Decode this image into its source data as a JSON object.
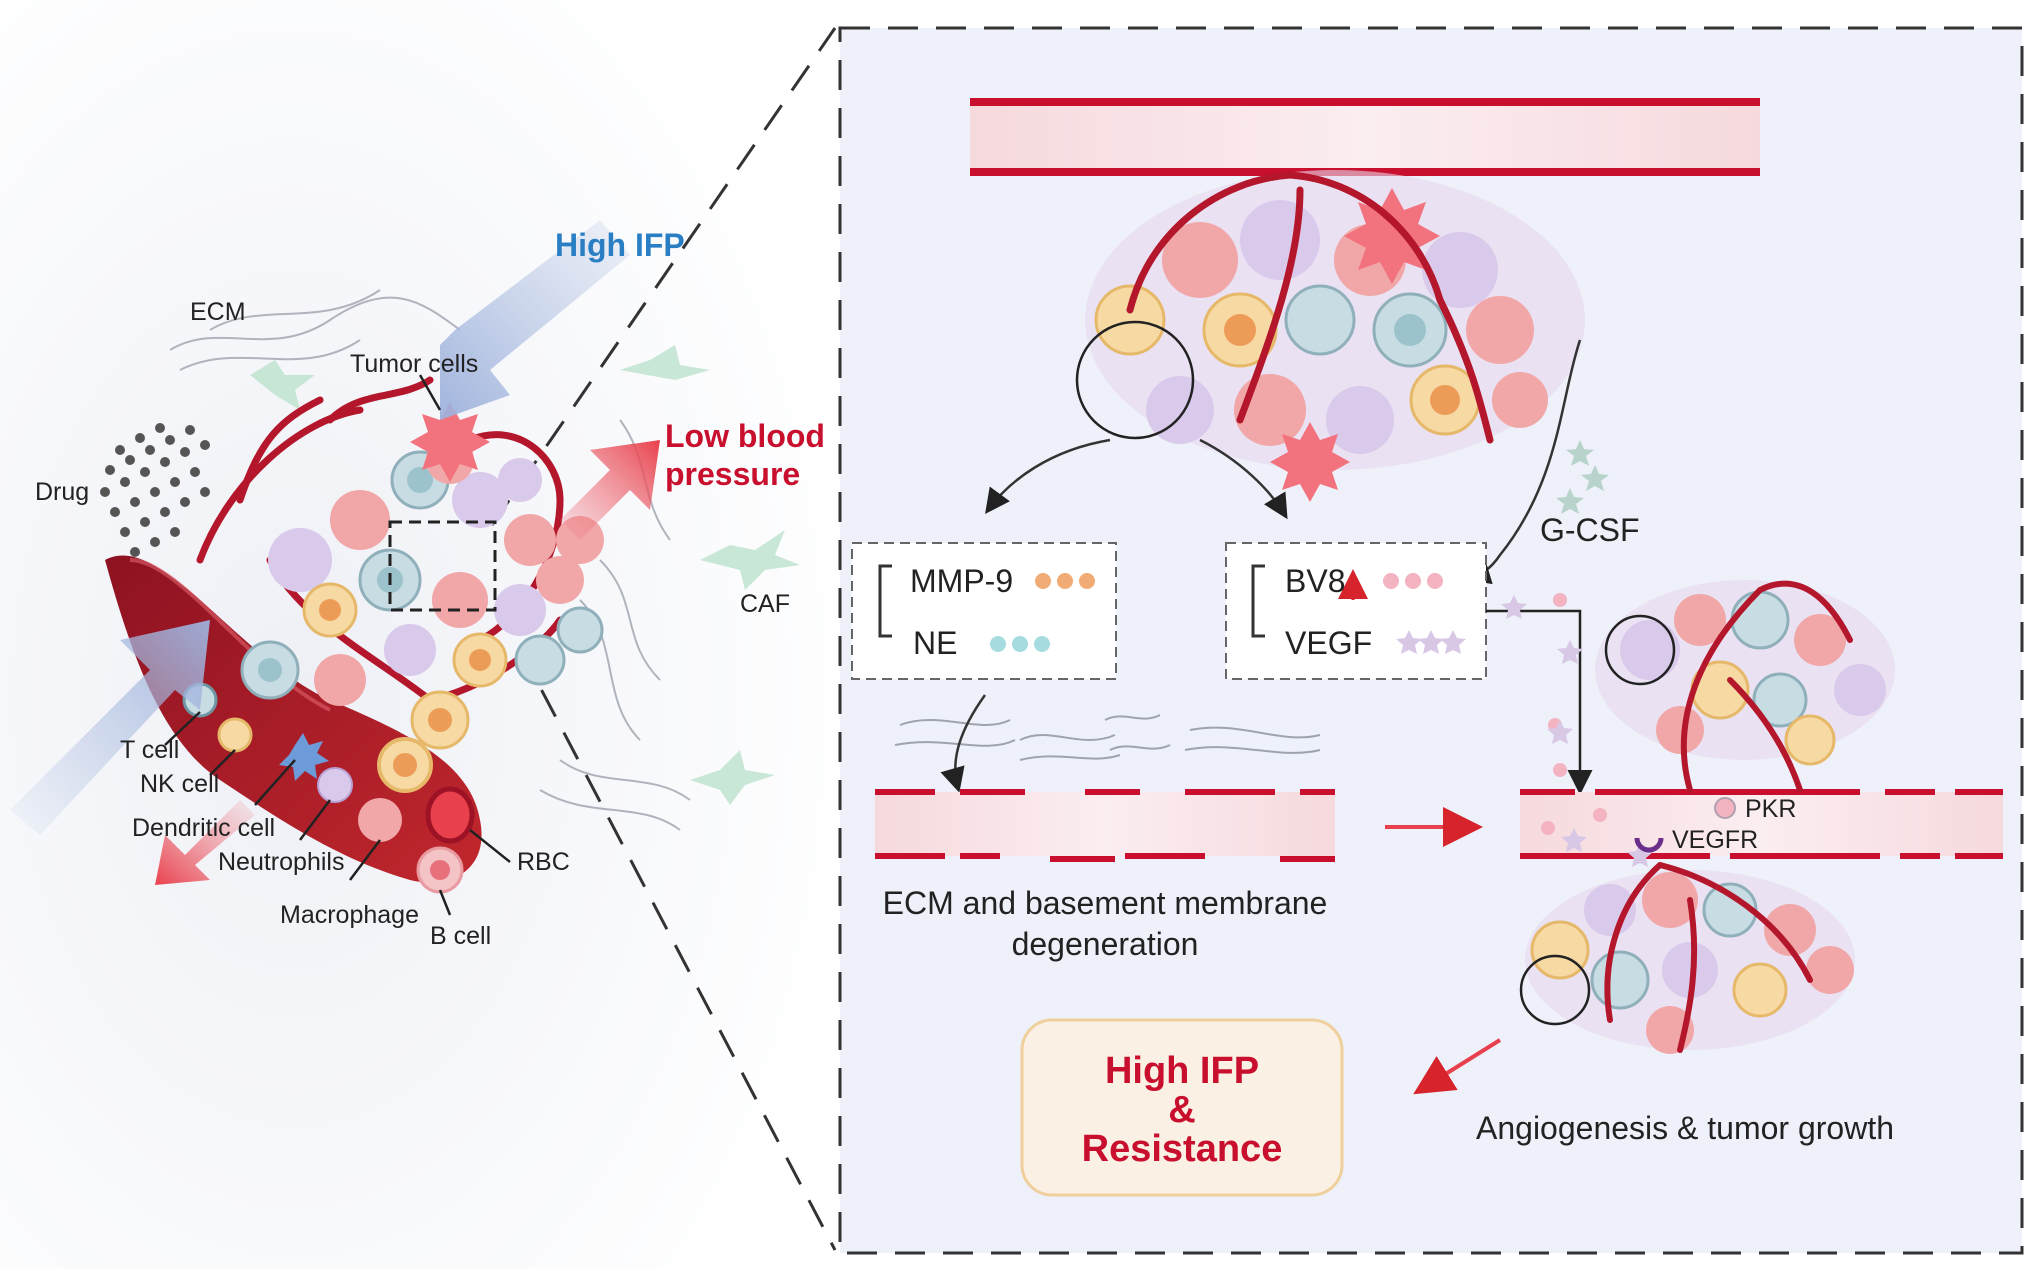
{
  "left_panel": {
    "high_ifp": "High IFP",
    "low_bp_line1": "Low blood",
    "low_bp_line2": "pressure",
    "ecm": "ECM",
    "tumor_cells": "Tumor cells",
    "drug": "Drug",
    "caf": "CAF",
    "t_cell": "T cell",
    "nk_cell": "NK cell",
    "dendritic_cell": "Dendritic cell",
    "neutrophils": "Neutrophils",
    "macrophage": "Macrophage",
    "b_cell": "B cell",
    "rbc": "RBC"
  },
  "right_panel": {
    "box1": {
      "item1": "MMP-9",
      "item2": "NE"
    },
    "box2": {
      "item1": "BV8",
      "item2": "VEGF"
    },
    "gcsf": "G-CSF",
    "ecm_line1": "ECM and basement membrane",
    "ecm_line2": "degeneration",
    "pkr": "PKR",
    "vegfr": "VEGFR",
    "angio": "Angiogenesis & tumor growth",
    "result": {
      "line1": "High IFP",
      "line2": "&",
      "line3": "Resistance"
    }
  },
  "colors": {
    "red": "#c8102e",
    "blue_label": "#2a7fc4",
    "panel_bg": "#eef1f9",
    "vessel_red": "#a8162a",
    "result_bg": "#fbf0e4",
    "result_border": "#efcf9c"
  }
}
